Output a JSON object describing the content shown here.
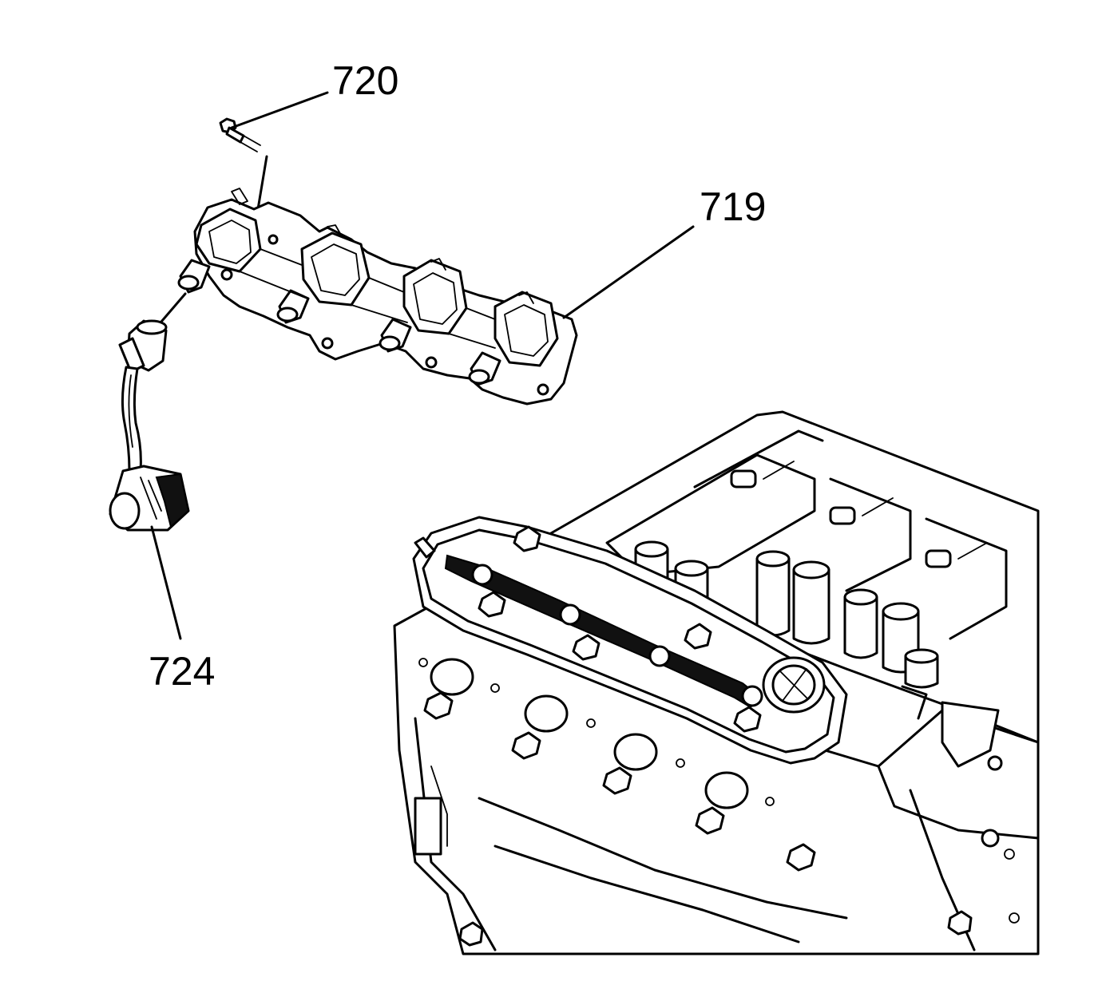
{
  "callouts": {
    "bolt": "720",
    "coil_assembly": "719",
    "spark_plug_wire": "724"
  }
}
